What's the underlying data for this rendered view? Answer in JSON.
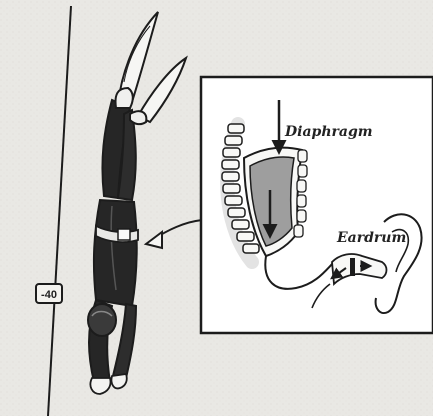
{
  "labels": {
    "diaphragm": "Diaphragm",
    "eardrum": "Eardrum",
    "depth_marker": "-40"
  },
  "colors": {
    "paper": "#e9e8e4",
    "ink": "#1c1c1c",
    "wetsuit": "#262626",
    "organ_fill": "#9e9e9e",
    "panel_bg": "#ffffff"
  }
}
